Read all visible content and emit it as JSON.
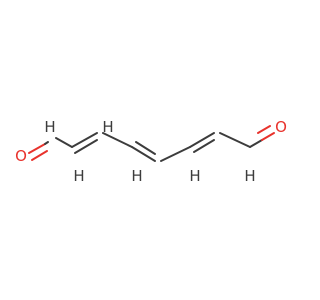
{
  "molecule": {
    "atoms": [
      {
        "id": "O1",
        "symbol": "O",
        "color": "#e8322c"
      },
      {
        "id": "C1",
        "symbol": "C",
        "label": "H",
        "color": "#3c3c3c"
      },
      {
        "id": "C2",
        "symbol": "C"
      },
      {
        "id": "C3",
        "symbol": "C",
        "label": "H",
        "color": "#3c3c3c"
      },
      {
        "id": "C4",
        "symbol": "C",
        "label": "H",
        "color": "#3c3c3c"
      },
      {
        "id": "C5",
        "symbol": "C"
      },
      {
        "id": "C6",
        "symbol": "C"
      },
      {
        "id": "C7",
        "symbol": "C",
        "label": "H",
        "color": "#3c3c3c"
      },
      {
        "id": "C8",
        "symbol": "C"
      },
      {
        "id": "C9",
        "symbol": "C",
        "label": "H",
        "color": "#3c3c3c"
      },
      {
        "id": "C10",
        "symbol": "C",
        "label": "H",
        "color": "#3c3c3c"
      },
      {
        "id": "O2",
        "symbol": "O",
        "color": "#e8322c"
      }
    ],
    "bonds": [
      {
        "from": "O1",
        "to": "C1",
        "order": 2
      },
      {
        "from": "C1",
        "to": "C2",
        "order": 1
      },
      {
        "from": "C2",
        "to": "C3",
        "order": 2
      },
      {
        "from": "C3",
        "to": "C4",
        "order": 1
      },
      {
        "from": "C4",
        "to": "C5",
        "order": 2
      },
      {
        "from": "C5",
        "to": "C6",
        "order": 1
      },
      {
        "from": "C6",
        "to": "C7",
        "order": 2
      },
      {
        "from": "C7",
        "to": "C8",
        "order": 1
      },
      {
        "from": "C8",
        "to": "C9",
        "order": 2
      },
      {
        "from": "C9",
        "to": "C10",
        "order": 1
      },
      {
        "from": "C10",
        "to": "O2",
        "order": 2
      }
    ]
  }
}
